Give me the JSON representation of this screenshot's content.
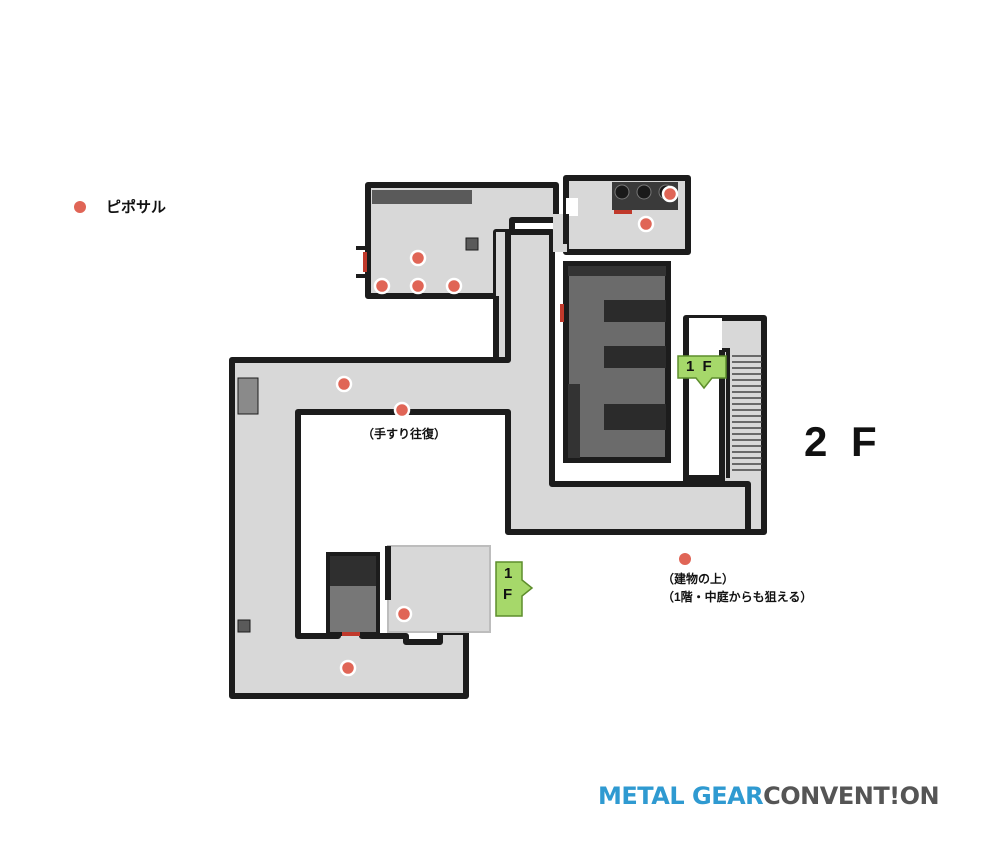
{
  "legend": {
    "label": "ピポサル",
    "color": "#e06556"
  },
  "floor": {
    "label": "2 F"
  },
  "stairs": {
    "label_top": "1 F",
    "label_left_1": "1",
    "label_left_2": "F"
  },
  "notes": {
    "handrail": "（手すり往復）",
    "rooftop_1": "（建物の上）",
    "rooftop_2": "（1階・中庭からも狙える）"
  },
  "logo": {
    "part1": "METAL GEAR",
    "part2": "CONVENT!ON"
  },
  "colors": {
    "floor": "#d8d8d8",
    "wall": "#1c1c1c",
    "door": "#c0392b",
    "stairs_tag": "#a6d86a",
    "dark_block": "#555555"
  },
  "monkey_count": 11
}
